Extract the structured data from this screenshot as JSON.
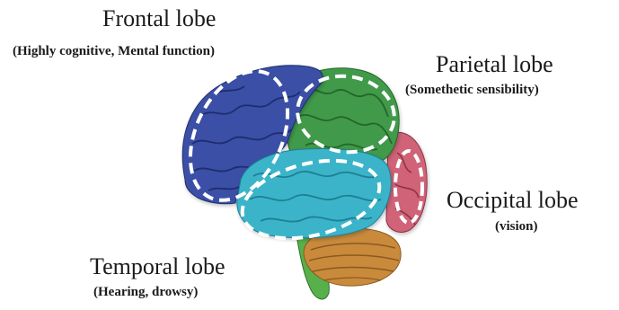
{
  "labels": {
    "frontal": {
      "name": "Frontal lobe",
      "desc": "(Highly cognitive, Mental function)"
    },
    "parietal": {
      "name": "Parietal lobe",
      "desc": "(Somethetic sensibility)"
    },
    "occipital": {
      "name": "Occipital lobe",
      "desc": "(vision)"
    },
    "temporal": {
      "name": "Temporal lobe",
      "desc": "(Hearing, drowsy)"
    }
  },
  "colors": {
    "frontal": "#3b4fa6",
    "parietal": "#3f9a48",
    "occipital": "#d06478",
    "temporal": "#3bb4c9",
    "cerebellum": "#c98a3c",
    "brainstem": "#58b04a",
    "background": "#ffffff",
    "text": "#1a1a1a"
  }
}
